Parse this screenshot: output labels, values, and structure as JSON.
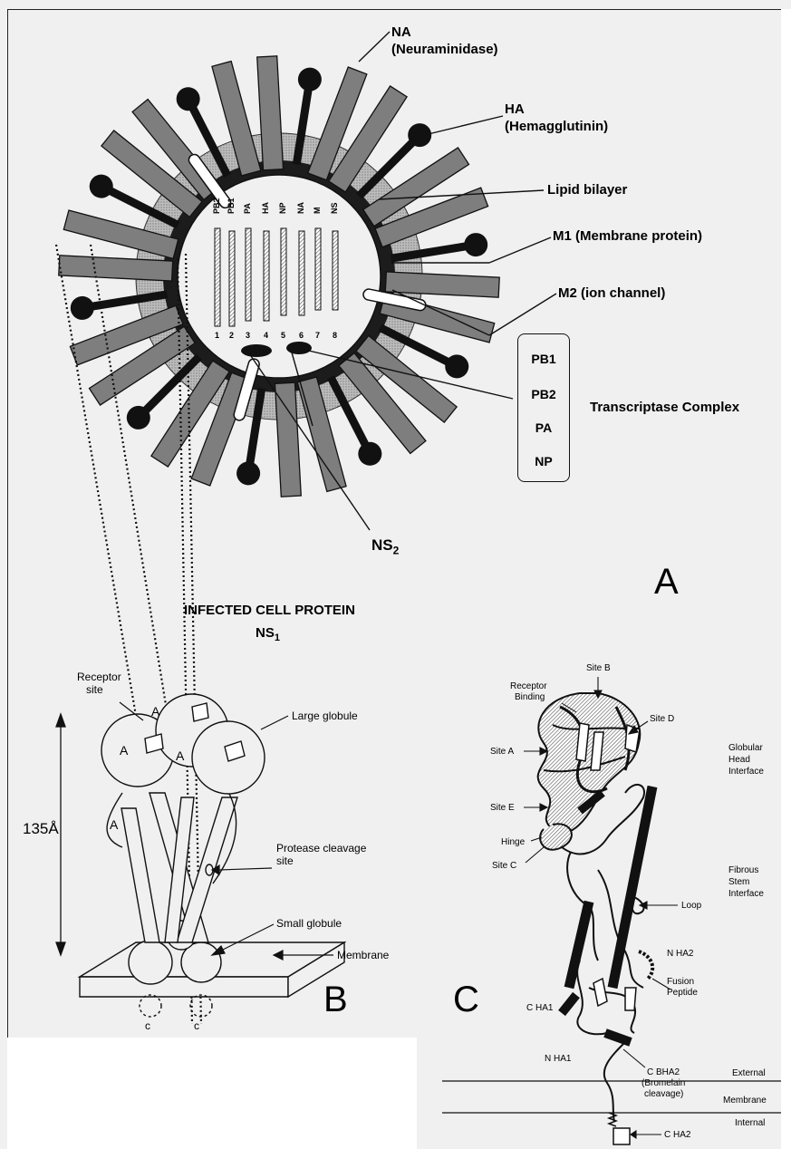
{
  "panel_a": {
    "letter": "A",
    "labels": {
      "na_line1": "NA",
      "na_line2": "(Neuraminidase)",
      "ha_line1": "HA",
      "ha_line2": "(Hemagglutinin)",
      "lipid": "Lipid bilayer",
      "m1": "M1 (Membrane protein)",
      "m2": "M2 (ion channel)",
      "transcriptase": "Transcriptase Complex",
      "ns2_main": "NS",
      "ns2_sub": "2",
      "ns1_line1": "INFECTED CELL PROTEIN",
      "ns1_main": "NS",
      "ns1_sub": "1"
    },
    "complex_items": [
      "PB1",
      "PB2",
      "PA",
      "NP"
    ],
    "segment_names": [
      "PB2",
      "PB1",
      "PA",
      "HA",
      "NP",
      "NA",
      "M",
      "NS"
    ],
    "segment_numbers": [
      "1",
      "2",
      "3",
      "4",
      "5",
      "6",
      "7",
      "8"
    ]
  },
  "panel_b": {
    "letter": "B",
    "labels": {
      "receptor_line1": "Receptor",
      "receptor_line2": "site",
      "large_globule": "Large globule",
      "dimension": "135Å",
      "protease_line1": "Protease cleavage",
      "protease_line2": "site",
      "small_globule": "Small globule",
      "membrane": "Membrane",
      "a1": "A",
      "a2": "A",
      "a3": "A",
      "a4": "A",
      "c1": "c",
      "c2": "c"
    }
  },
  "panel_c": {
    "letter": "C",
    "labels": {
      "site_b": "Site B",
      "receptor_line1": "Receptor",
      "receptor_line2": "Binding",
      "site_d": "Site D",
      "site_a": "Site A",
      "site_e": "Site E",
      "hinge": "Hinge",
      "site_c": "Site C",
      "globular_1": "Globular",
      "globular_2": "Head",
      "globular_3": "Interface",
      "fibrous_1": "Fibrous",
      "fibrous_2": "Stem",
      "fibrous_3": "Interface",
      "loop": "Loop",
      "n_ha2": "N HA2",
      "fusion_1": "Fusion",
      "fusion_2": "Peptide",
      "c_ha1": "C HA1",
      "n_ha1": "N HA1",
      "c_bha2_1": "C BHA2",
      "c_bha2_2": "(Bromelain",
      "c_bha2_3": "cleavage)",
      "external": "External",
      "membrane": "Membrane",
      "internal": "Internal",
      "c_ha2": "C  HA2"
    }
  }
}
